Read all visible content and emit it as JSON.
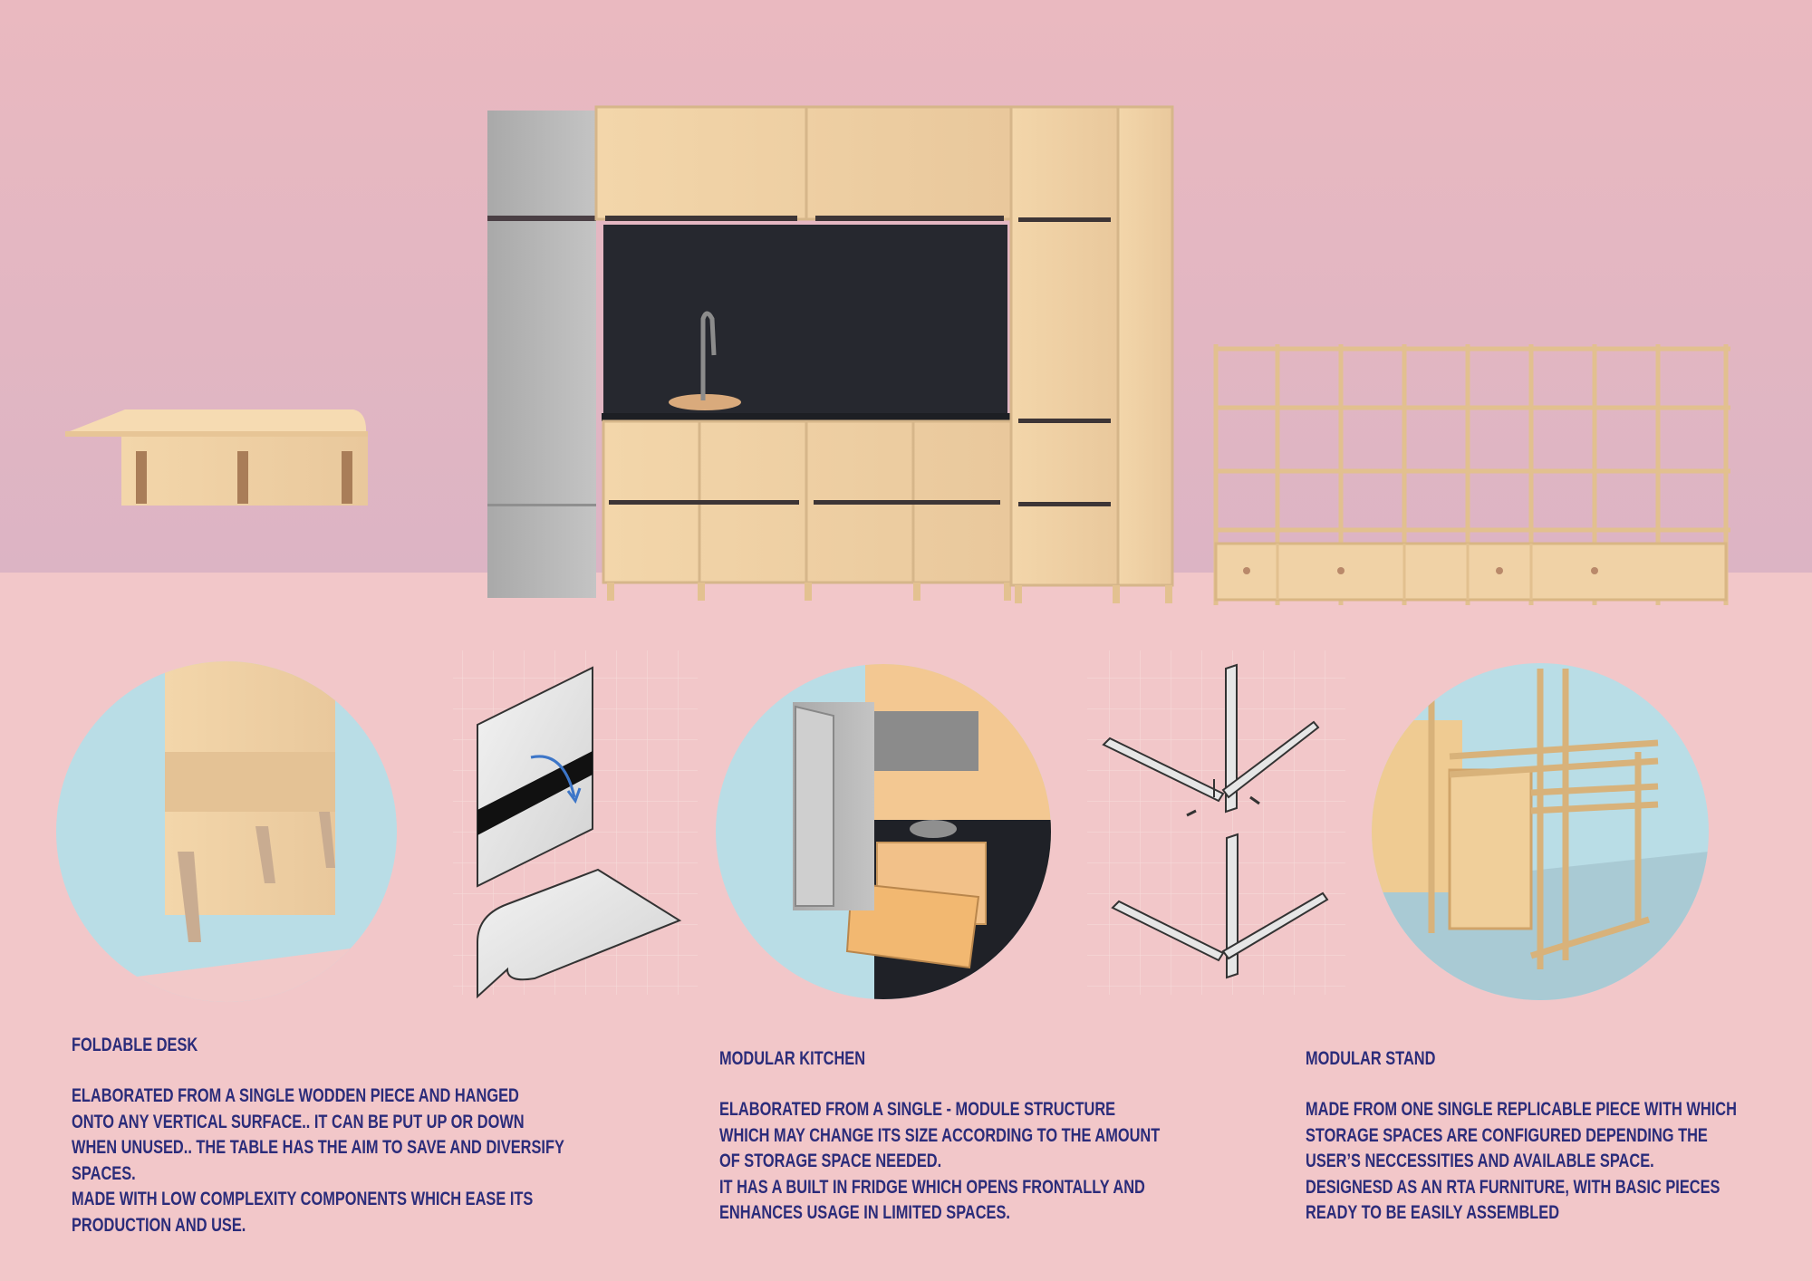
{
  "colors": {
    "wall": "#ecb8c0",
    "floor": "#f2c7c9",
    "wood": "#f0d2a6",
    "steel": "#b9b9b9",
    "countertop": "#22242b",
    "circle_bg": "#b9dde6",
    "text": "#2b2c7a"
  },
  "sections": [
    {
      "title": "FOLDABLE DESK",
      "lines": [
        "ELABORATED FROM A SINGLE WODDEN PIECE AND HANGED",
        "ONTO ANY VERTICAL SURFACE.. IT CAN BE PUT UP OR DOWN",
        "WHEN UNUSED.. THE TABLE HAS THE AIM TO SAVE AND DIVERSIFY",
        "SPACES.",
        "MADE WITH LOW COMPLEXITY COMPONENTS WHICH EASE ITS",
        "PRODUCTION  AND USE."
      ]
    },
    {
      "title": "MODULAR KITCHEN",
      "lines": [
        "ELABORATED FROM A  SINGLE - MODULE STRUCTURE",
        "WHICH MAY CHANGE ITS SIZE ACCORDING TO THE AMOUNT",
        "OF STORAGE SPACE NEEDED.",
        "IT HAS A BUILT IN FRIDGE WHICH OPENS FRONTALLY AND",
        "ENHANCES USAGE IN LIMITED SPACES."
      ]
    },
    {
      "title": "MODULAR STAND",
      "lines": [
        "MADE FROM ONE SINGLE REPLICABLE PIECE WITH WHICH",
        "STORAGE SPACES ARE CONFIGURED DEPENDING THE",
        "USER’S NECCESSITIES AND AVAILABLE SPACE.",
        "DESIGNESD AS AN RTA FURNITURE, WITH BASIC PIECES",
        "READY TO BE EASILY ASSEMBLED"
      ]
    }
  ]
}
